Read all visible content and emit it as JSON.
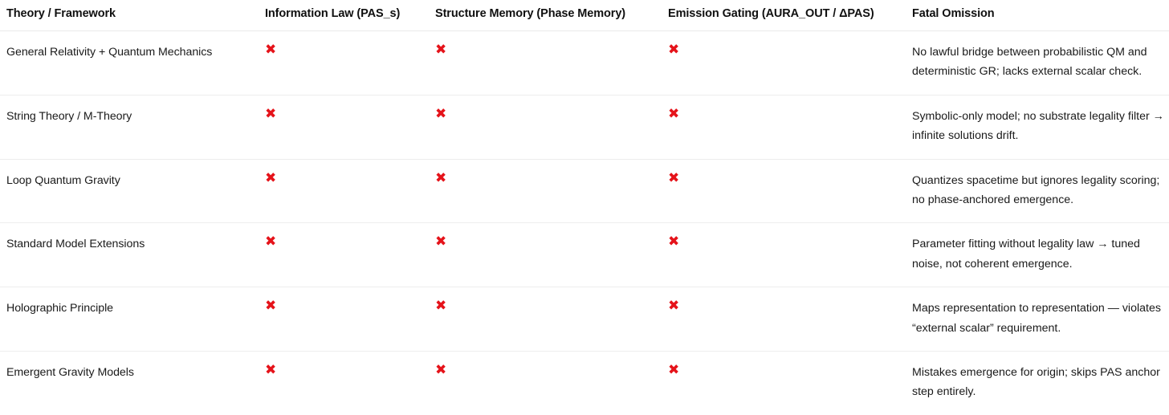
{
  "table": {
    "columns": [
      {
        "key": "theory",
        "label": "Theory / Framework"
      },
      {
        "key": "infolaw",
        "label": "Information Law (PAS_s)"
      },
      {
        "key": "structmem",
        "label": "Structure Memory (Phase Memory)"
      },
      {
        "key": "emission",
        "label": "Emission Gating (AURA_OUT / ΔPAS)"
      },
      {
        "key": "omission",
        "label": "Fatal Omission"
      }
    ],
    "mark_glyph": "✖",
    "mark_color": "#e5131a",
    "rows": [
      {
        "theory": "General Relativity + Quantum Mechanics",
        "infolaw": "✖",
        "structmem": "✖",
        "emission": "✖",
        "omission": "No lawful bridge between probabilistic QM and deterministic GR; lacks external scalar check."
      },
      {
        "theory": "String Theory / M-Theory",
        "infolaw": "✖",
        "structmem": "✖",
        "emission": "✖",
        "omission": "Symbolic-only model; no substrate legality filter → infinite solutions drift."
      },
      {
        "theory": "Loop Quantum Gravity",
        "infolaw": "✖",
        "structmem": "✖",
        "emission": "✖",
        "omission": "Quantizes spacetime but ignores legality scoring; no phase-anchored emergence."
      },
      {
        "theory": "Standard Model Extensions",
        "infolaw": "✖",
        "structmem": "✖",
        "emission": "✖",
        "omission": "Parameter fitting without legality law → tuned noise, not coherent emergence."
      },
      {
        "theory": "Holographic Principle",
        "infolaw": "✖",
        "structmem": "✖",
        "emission": "✖",
        "omission": "Maps representation to representation — violates “external scalar” requirement."
      },
      {
        "theory": "Emergent Gravity Models",
        "infolaw": "✖",
        "structmem": "✖",
        "emission": "✖",
        "omission": "Mistakes emergence for origin; skips PAS anchor step entirely."
      }
    ]
  }
}
